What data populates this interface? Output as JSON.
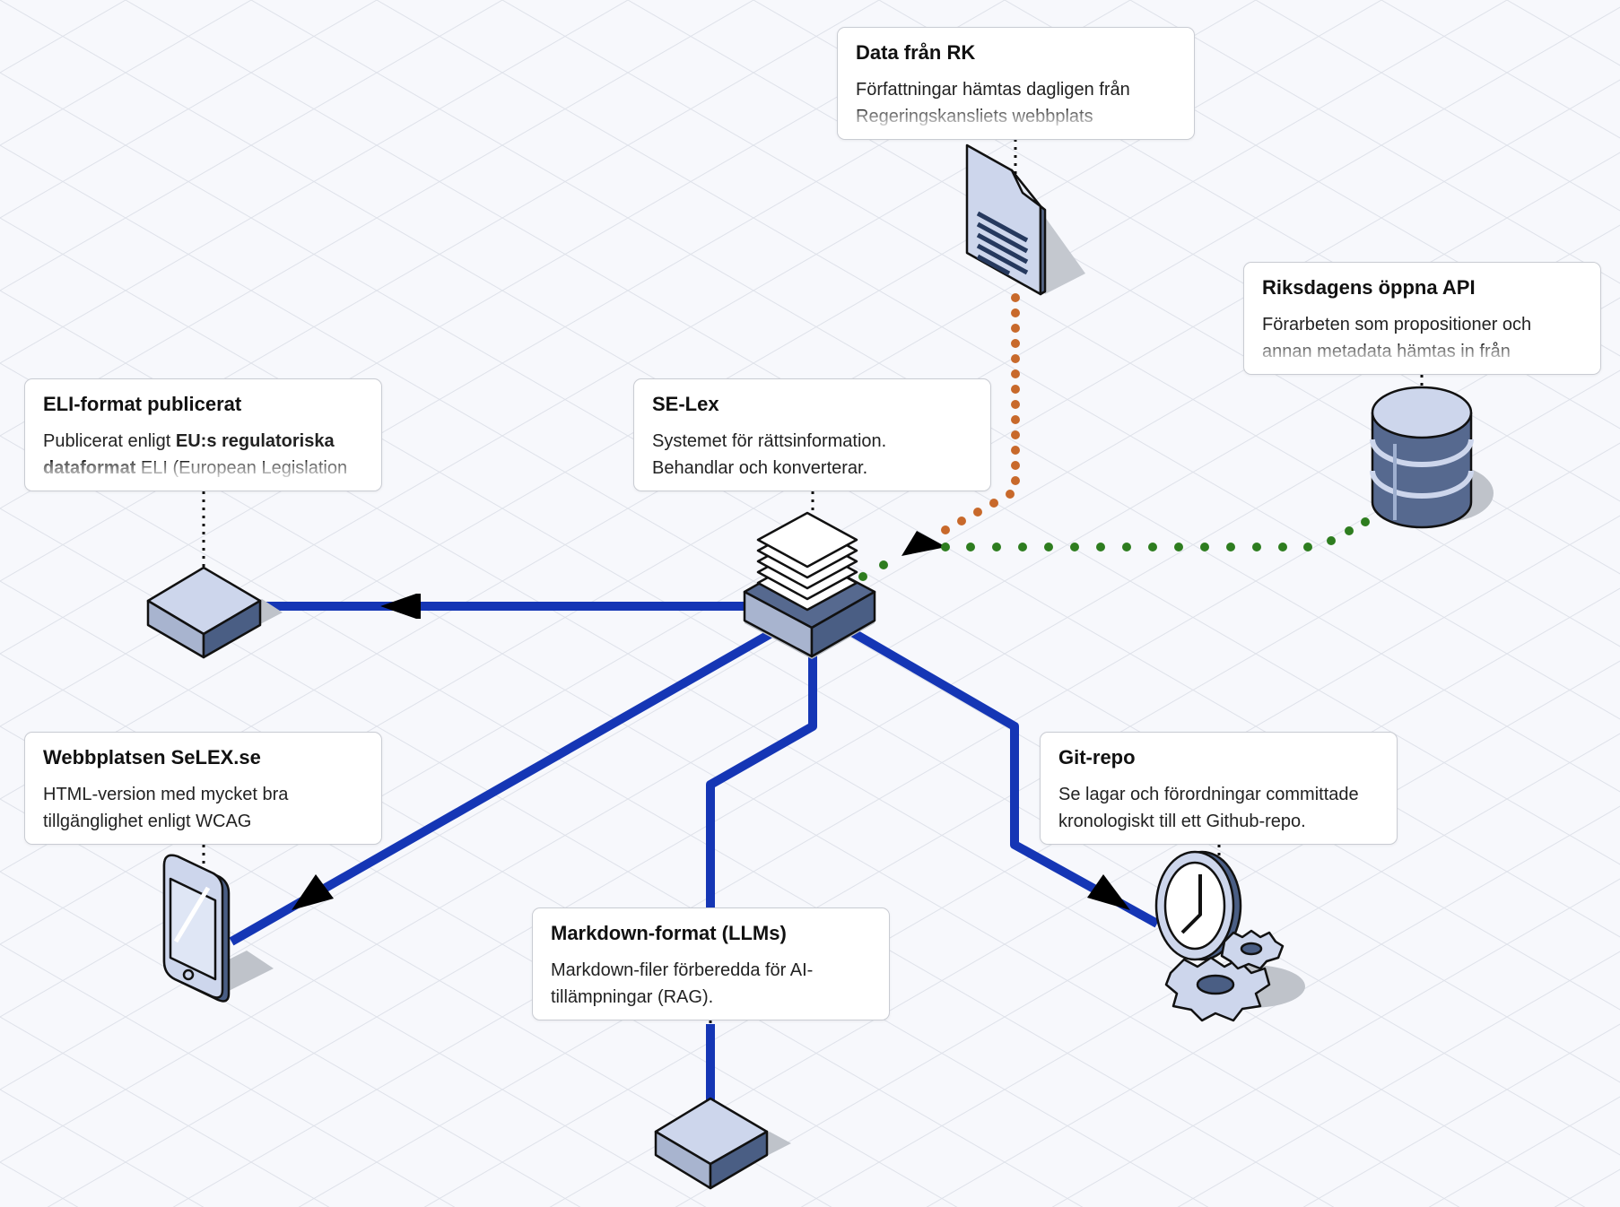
{
  "cards": {
    "data_rk": {
      "title": "Data från RK",
      "body": "Författningar hämtas dagligen från Regeringskansliets webbplats"
    },
    "riksdagen_api": {
      "title": "Riksdagens öppna API",
      "body": "Förarbeten som propositioner och annan metadata hämtas in från"
    },
    "eli": {
      "title": "ELI-format publicerat",
      "body_prefix": "Publicerat enligt ",
      "body_bold1": "EU:s regulatoriska dataformat",
      "body_suffix": " ELI (European Legislation"
    },
    "selex": {
      "title": "SE-Lex",
      "body": "Systemet för rättsinformation. Behandlar och konverterar."
    },
    "webbplatsen": {
      "title": "Webbplatsen SeLEX.se",
      "body": "HTML-version med mycket bra tillgänglighet enligt WCAG"
    },
    "git": {
      "title": "Git-repo",
      "body": "Se lagar och förordningar committade kronologiskt till ett Github-repo."
    },
    "markdown": {
      "title": "Markdown-format (LLMs)",
      "body": "Markdown-filer förberedda för AI-tillämpningar (RAG)."
    }
  },
  "icons": {
    "document": "document-icon",
    "database": "database-icon",
    "server": "server-icon",
    "box_eli": "box-icon",
    "box_markdown": "box-icon",
    "phone": "phone-icon",
    "clock_gears": "clock-gears-icon"
  },
  "colors": {
    "blue_line": "#1536b5",
    "orange_dots": "#c8692b",
    "green_dots": "#2e7d1f",
    "icon_fill": "#c9d3ea",
    "icon_dark": "#4a5e84"
  }
}
